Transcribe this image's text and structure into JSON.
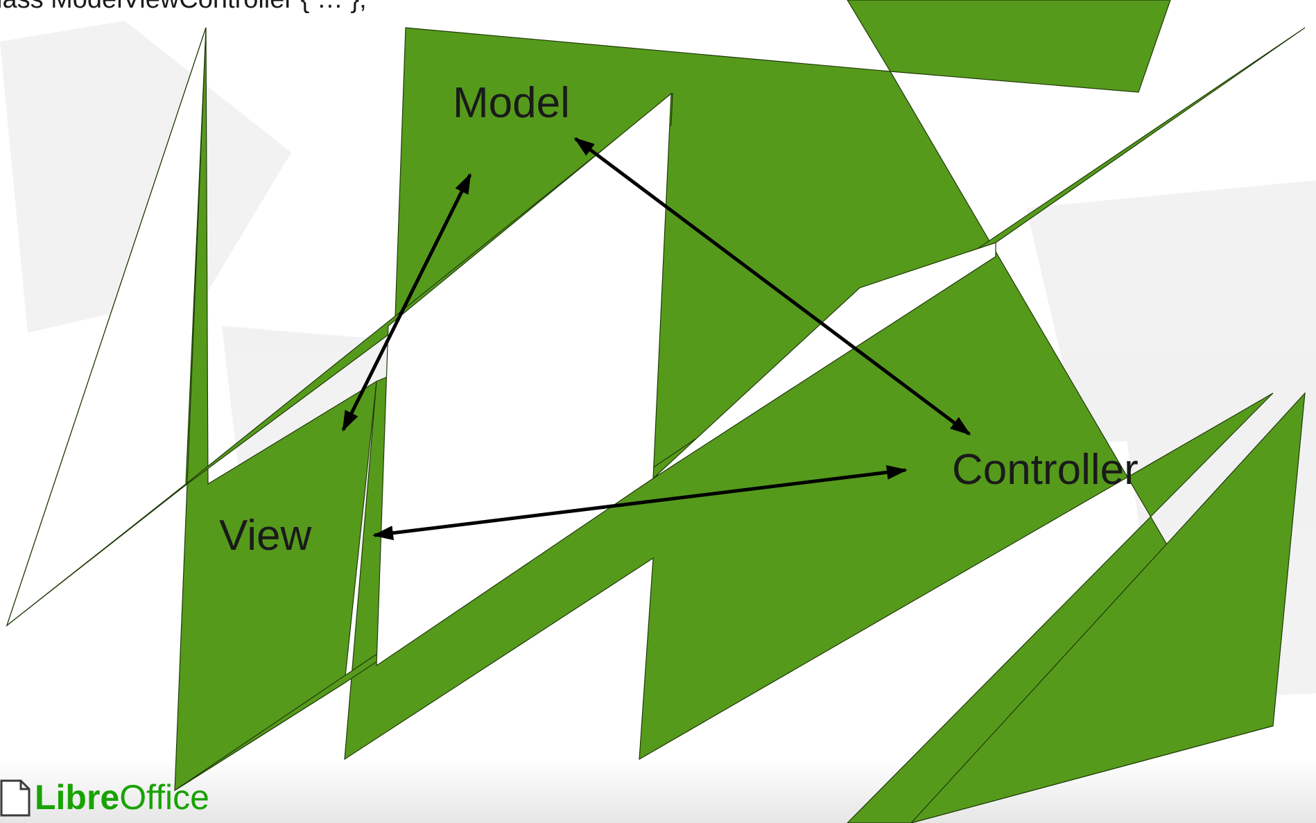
{
  "slide": {
    "code_text": "class ModelViewController { … };",
    "nodes": {
      "model": "Model",
      "view": "View",
      "controller": "Controller"
    },
    "logo": {
      "part1": "Libre",
      "part2": "Office"
    }
  },
  "colors": {
    "shape_fill": "#569a1c",
    "shape_stroke": "#1e3a08",
    "arrow": "#000000",
    "text": "#1a1a1a",
    "logo_green": "#18a303",
    "footer_band": "#eeeeee"
  },
  "icons": {
    "logo": "libreoffice-document-icon"
  }
}
